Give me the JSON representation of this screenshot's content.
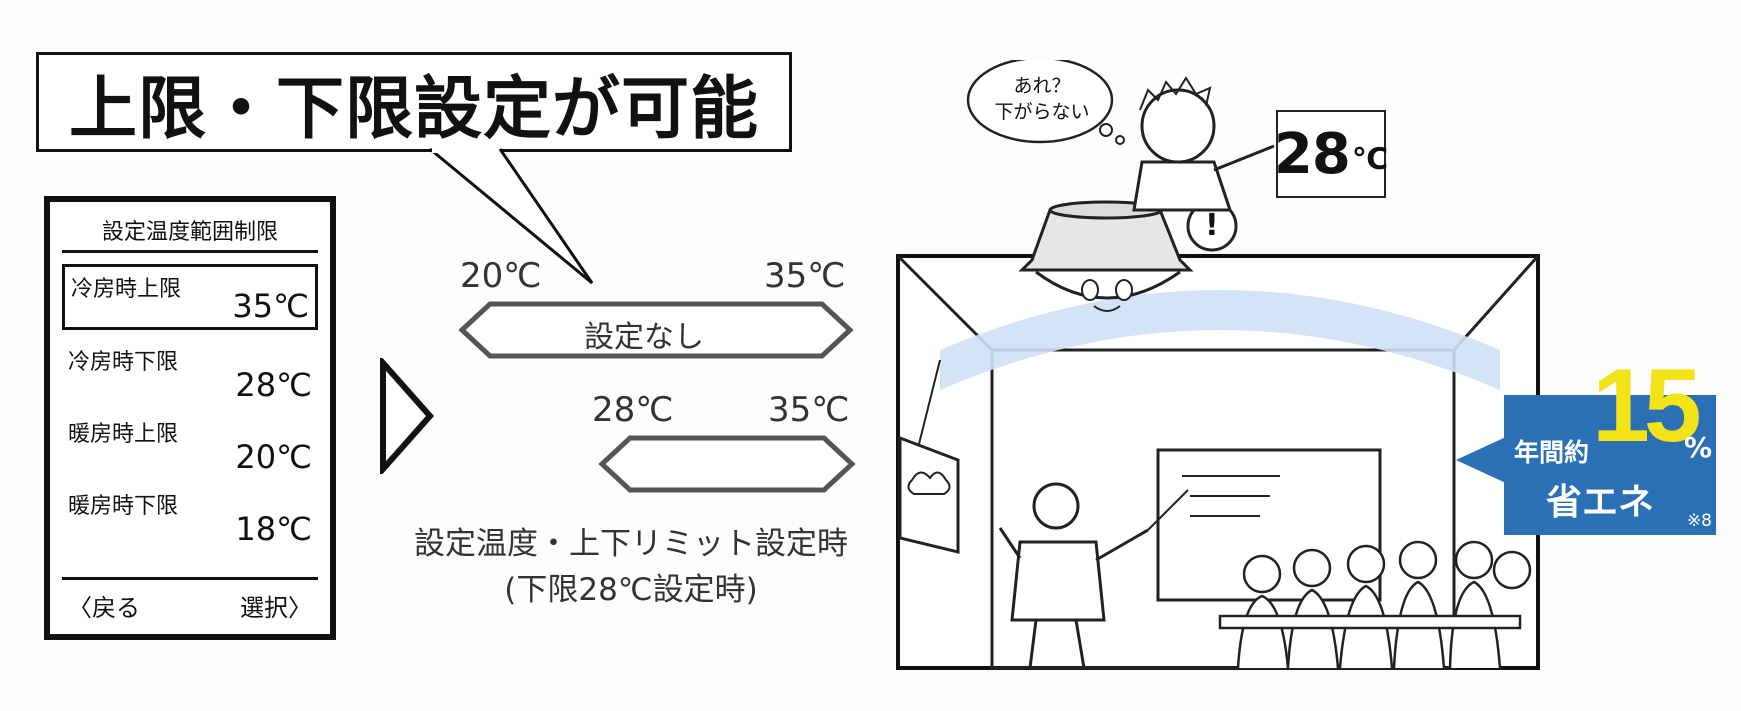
{
  "title": "上限・下限設定が可能",
  "panel": {
    "header": "設定温度範囲制限",
    "rows": [
      {
        "label": "冷房時上限",
        "value": "35℃"
      },
      {
        "label": "冷房時下限",
        "value": "28℃"
      },
      {
        "label": "暖房時上限",
        "value": "20℃"
      },
      {
        "label": "暖房時下限",
        "value": "18℃"
      }
    ],
    "back": "〈戻る",
    "select": "選択〉"
  },
  "range_no_limit": {
    "low": "20℃",
    "high": "35℃",
    "label": "設定なし"
  },
  "range_limited": {
    "low": "28℃",
    "high": "35℃"
  },
  "caption": {
    "line1": "設定温度・上下リミット設定時",
    "line2": "(下限28℃設定時)"
  },
  "speech_bubble": {
    "line1": "あれ？",
    "line2": "下がらない"
  },
  "thermometer": {
    "value": "28",
    "unit": "℃"
  },
  "exclamation": "!",
  "badge": {
    "prefix": "年間約",
    "percent": "15",
    "unit": "%",
    "main": "省エネ",
    "note": "※8"
  },
  "colors": {
    "badge": "#2b6fb4",
    "percent": "#f5e31a",
    "airflow": "#cfe0f5"
  }
}
